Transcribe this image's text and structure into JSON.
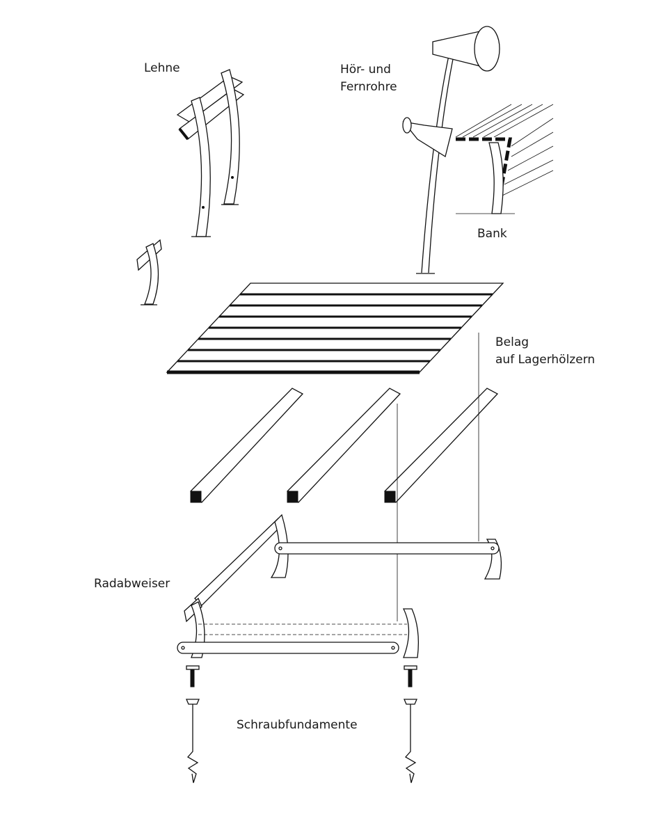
{
  "labels": {
    "backrest": "Lehne",
    "telescopes_line1": "Hör- und",
    "telescopes_line2": "Fernrohre",
    "bench": "Bank",
    "decking_line1": "Belag",
    "decking_line2": "auf Lagerhölzern",
    "wheel_guard": "Radabweiser",
    "screw_foundations": "Schraubfundamente"
  }
}
